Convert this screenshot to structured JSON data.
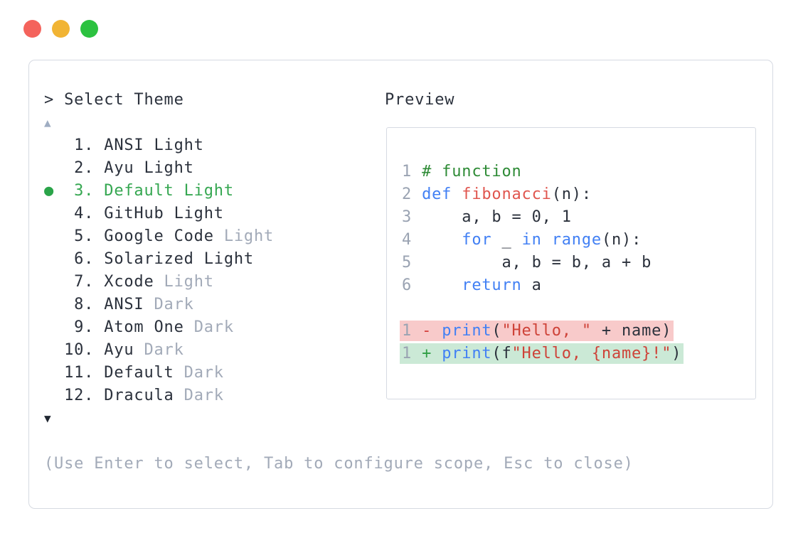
{
  "window": {
    "traffic_lights": [
      {
        "name": "close-button",
        "color": "#f4635c"
      },
      {
        "name": "minimize-button",
        "color": "#f1b434"
      },
      {
        "name": "zoom-button",
        "color": "#2cc240"
      }
    ]
  },
  "theme_selector": {
    "prompt": "> Select Theme",
    "scroll_up_icon": "▲",
    "scroll_down_icon": "▼",
    "items": [
      {
        "number": "1",
        "name": "ANSI Light",
        "variant": "",
        "selected": false
      },
      {
        "number": "2",
        "name": "Ayu Light",
        "variant": "",
        "selected": false
      },
      {
        "number": "3",
        "name": "Default Light",
        "variant": "",
        "selected": true
      },
      {
        "number": "4",
        "name": "GitHub Light",
        "variant": "",
        "selected": false
      },
      {
        "number": "5",
        "name": "Google Code",
        "variant": "Light",
        "selected": false
      },
      {
        "number": "6",
        "name": "Solarized Light",
        "variant": "",
        "selected": false
      },
      {
        "number": "7",
        "name": "Xcode",
        "variant": "Light",
        "selected": false
      },
      {
        "number": "8",
        "name": "ANSI",
        "variant": "Dark",
        "selected": false
      },
      {
        "number": "9",
        "name": "Atom One",
        "variant": "Dark",
        "selected": false
      },
      {
        "number": "10",
        "name": "Ayu",
        "variant": "Dark",
        "selected": false
      },
      {
        "number": "11",
        "name": "Default",
        "variant": "Dark",
        "selected": false
      },
      {
        "number": "12",
        "name": "Dracula",
        "variant": "Dark",
        "selected": false
      }
    ],
    "selected_dot_icon": "●",
    "hint": "(Use Enter to select, Tab to configure scope, Esc to close)"
  },
  "preview": {
    "label": "Preview",
    "lines": [
      {
        "number": "1",
        "highlight": null,
        "tokens": [
          [
            "# function",
            "comment"
          ]
        ]
      },
      {
        "number": "2",
        "highlight": null,
        "tokens": [
          [
            "def",
            "kw"
          ],
          [
            " ",
            "pl"
          ],
          [
            "fibonacci",
            "fn"
          ],
          [
            "(n):",
            "pl"
          ]
        ]
      },
      {
        "number": "3",
        "highlight": null,
        "tokens": [
          [
            "    a, b = 0, 1",
            "pl"
          ]
        ]
      },
      {
        "number": "4",
        "highlight": null,
        "tokens": [
          [
            "    ",
            "pl"
          ],
          [
            "for",
            "kw"
          ],
          [
            " _ ",
            "pl"
          ],
          [
            "in",
            "kw"
          ],
          [
            " ",
            "pl"
          ],
          [
            "range",
            "kw"
          ],
          [
            "(n):",
            "pl"
          ]
        ]
      },
      {
        "number": "5",
        "highlight": null,
        "tokens": [
          [
            "        a, b = b, a + b",
            "pl"
          ]
        ]
      },
      {
        "number": "6",
        "highlight": null,
        "tokens": [
          [
            "    ",
            "pl"
          ],
          [
            "return",
            "kw"
          ],
          [
            " a",
            "pl"
          ]
        ]
      },
      {
        "blank": true
      },
      {
        "number": "1",
        "highlight": "del",
        "tokens": [
          [
            "- ",
            "del"
          ],
          [
            "print",
            "kw"
          ],
          [
            "(",
            "pl"
          ],
          [
            "\"Hello, \"",
            "str"
          ],
          [
            " + name)",
            "pl"
          ]
        ]
      },
      {
        "number": "1",
        "highlight": "add",
        "tokens": [
          [
            "+ ",
            "add"
          ],
          [
            "print",
            "kw"
          ],
          [
            "(f",
            "pl"
          ],
          [
            "\"Hello, {name}!\"",
            "str"
          ],
          [
            ")",
            "pl"
          ]
        ]
      }
    ]
  },
  "colors": {
    "dark": "#2b313c",
    "gray": "#a2aab8",
    "lngray": "#9aa3b2",
    "kw": "#4280f4",
    "comment": "#2e8b36",
    "fn": "#e0564f",
    "str": "#ce4238",
    "del": "#d4413c",
    "add": "#2f9e44",
    "delbg": "#f8caca",
    "addbg": "#cbe9d6",
    "selgreen": "#35a751",
    "dotgreen": "#2aa449",
    "border": "#d6dae2",
    "uparrow": "#9fadc2",
    "downarrow": "#1f2630"
  }
}
